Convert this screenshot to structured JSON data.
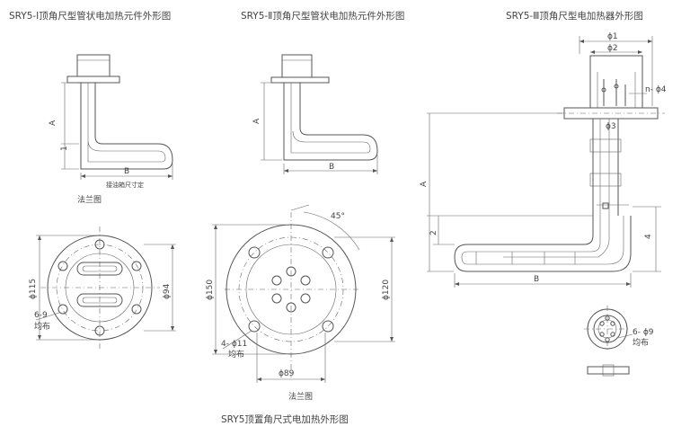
{
  "titles": {
    "t1": "SRY5-Ⅰ顶角尺型管状电加热元件外形图",
    "t2": "SRY5-Ⅱ顶角尺型管状电加热元件外形图",
    "t3": "SRY5-Ⅲ顶角尺型电加热器外形图",
    "flange1": "法兰图",
    "flange2": "法兰图",
    "bottom": "SRY5顶置角尺式电加热外形图"
  },
  "dims": {
    "A1": "A",
    "one": "1",
    "B1": "B",
    "note1": "接油箱尺寸定",
    "A2": "A",
    "B2": "B",
    "phi1": "ϕ1",
    "phi2": "ϕ2",
    "nphi4": "n- ϕ4",
    "phi3": "ϕ3",
    "A3": "A",
    "two": "2",
    "four": "4",
    "B3": "B",
    "phi115": "ϕ115",
    "phi94": "ϕ94",
    "holes69": "6-9",
    "even1": "均布",
    "deg45": "45°",
    "phi150": "ϕ150",
    "phi120": "ϕ120",
    "holes411": "4- ϕ11",
    "even2": "均布",
    "phi89": "ϕ89",
    "holes6phi9": "6- ϕ9",
    "even3": "均布"
  }
}
